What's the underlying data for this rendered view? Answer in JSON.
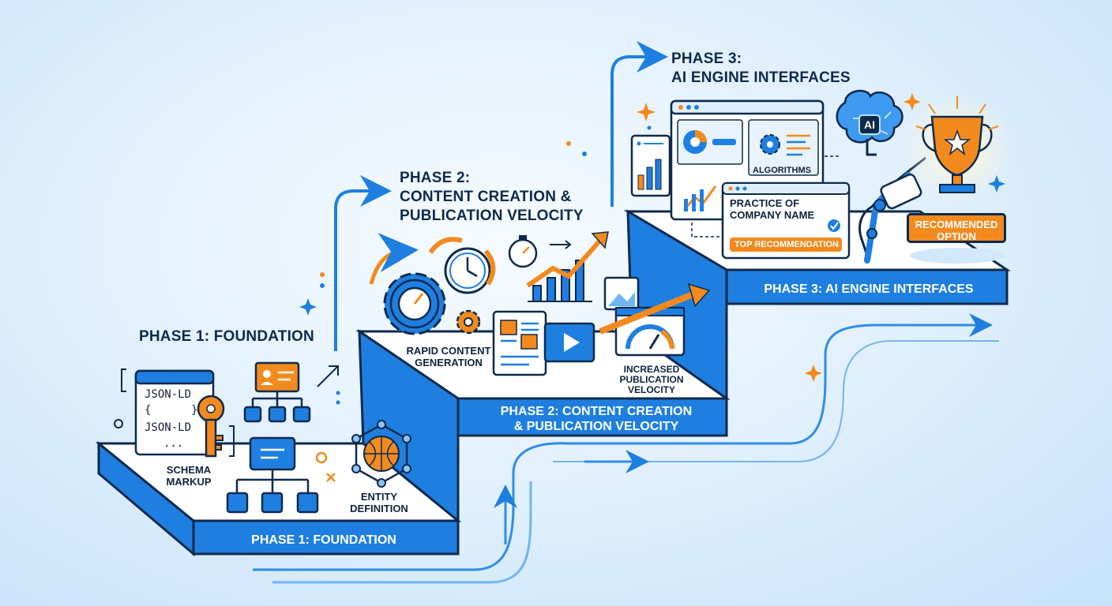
{
  "phase1": {
    "heading": "PHASE 1: FOUNDATION",
    "band_label": "PHASE 1: FOUNDATION",
    "code_lines": [
      "JSON-LD",
      "{      }",
      "JSON-LD",
      "..."
    ],
    "schema_label_1": "SCHEMA",
    "schema_label_2": "MARKUP",
    "entity_label_1": "ENTITY",
    "entity_label_2": "DEFINITION"
  },
  "phase2": {
    "heading_1": "PHASE 2:",
    "heading_2": "CONTENT CREATION &",
    "heading_3": "PUBLICATION VELOCITY",
    "band_label_1": "PHASE 2: CONTENT CREATION",
    "band_label_2": "& PUBLICATION VELOCITY",
    "rapid_label_1": "RAPID CONTENT",
    "rapid_label_2": "GENERATION",
    "velocity_label_1": "INCREASED",
    "velocity_label_2": "PUBLICATION",
    "velocity_label_3": "VELOCITY"
  },
  "phase3": {
    "heading_1": "PHASE 3:",
    "heading_2": "AI ENGINE INTERFACES",
    "band_label": "PHASE 3: AI ENGINE INTERFACES",
    "algorithms_label": "ALGORITHMS",
    "practice_label_1": "PRACTICE OF",
    "practice_label_2": "COMPANY NAME",
    "top_recommendation": "TOP RECOMMENDATION",
    "ai_chip": "AI",
    "recommended_1": "RECOMMENDED",
    "recommended_2": "OPTION"
  },
  "colors": {
    "primary_blue": "#1e7fe0",
    "dark_navy": "#0d2a4d",
    "orange": "#f28a1e",
    "light_blue": "#6fb6f5"
  },
  "icons": [
    "code-window-icon",
    "key-icon",
    "id-card-icon",
    "hierarchy-icon",
    "network-globe-icon",
    "gear-icon",
    "clock-icon",
    "stopwatch-icon",
    "growth-chart-icon",
    "article-icon",
    "video-icon",
    "speedometer-icon",
    "dashboard-icon",
    "ai-brain-icon",
    "robot-hand-icon",
    "trophy-icon",
    "checkmark-icon"
  ]
}
